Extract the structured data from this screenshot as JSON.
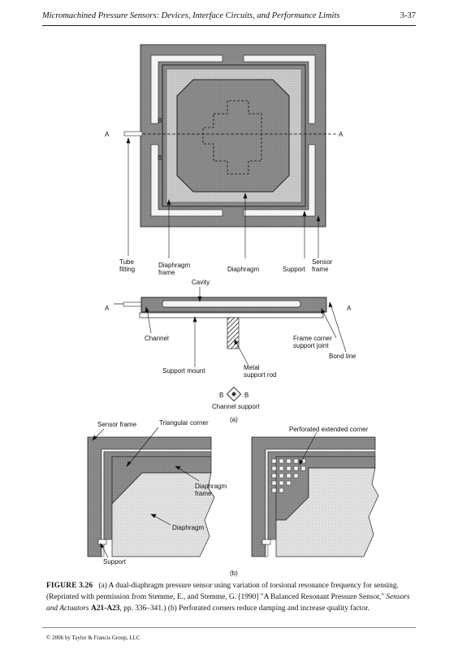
{
  "header": {
    "title": "Micromachined Pressure Sensors: Devices, Interface Circuits, and Performance Limits",
    "page": "3-37"
  },
  "figure_a": {
    "labels": {
      "a_left": "A",
      "a_right": "A",
      "b_top": "B",
      "b_bottom": "B",
      "a2_left": "A",
      "a2_right": "A",
      "tube_1": "Tube",
      "tube_2": "fitting",
      "frame_1": "Diaphragm",
      "frame_2": "frame",
      "diaphragm": "Diaphragm",
      "support": "Support",
      "sensor_frame_1": "Sensor",
      "sensor_frame_2": "frame",
      "cavity": "Cavity",
      "channel": "Channel",
      "corner_joint_1": "Frame corner",
      "corner_joint_2": "support joint",
      "bond_line": "Bond line",
      "support_mount": "Support mount",
      "metal_rod_1": "Metal",
      "metal_rod_2": "support rod",
      "bb_left": "B",
      "bb_right": "B",
      "channel_support": "Channel support",
      "sub_a": "(a)"
    }
  },
  "figure_b": {
    "labels": {
      "sensor_frame": "Sensor frame",
      "triangular_corner": "Triangular corner",
      "diaphragm_frame_1": "Diaphragm",
      "diaphragm_frame_2": "frame",
      "diaphragm": "Diaphragm",
      "support": "Support",
      "perforated": "Perforated extended corner",
      "sub_b": "(b)"
    }
  },
  "caption": {
    "label": "FIGURE 3.26",
    "text_1": "(a) A dual-diaphragm pressure sensor using variation of torsional resonance frequency for sensing. (Reprinted with permission from Stemme, E., and Stemme, G. [1990] \"A Balanced Resonant Pressure Sensor,\"",
    "journal": "Sensors and Actuators",
    "volume": "A21-A23",
    "text_2": ", pp. 336–341.) (b) Perforated corners reduce damping and increase quality factor."
  },
  "footer": {
    "copyright": "© 2006 by Taylor & Francis Group, LLC"
  }
}
